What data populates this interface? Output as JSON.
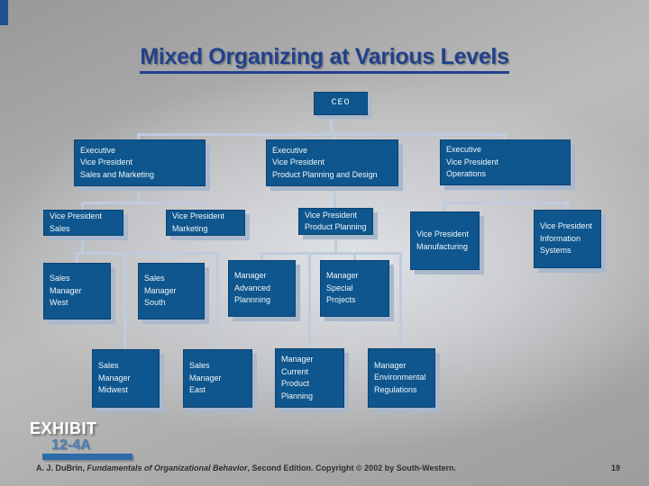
{
  "slide": {
    "title": "Mixed Organizing at Various Levels",
    "exhibit": {
      "label": "EXHIBIT",
      "number": "12-4A"
    },
    "footer": {
      "citation_author": "A. J. DuBrin, ",
      "citation_book": "Fundamentals of Organizational Behavior",
      "citation_rest": ", Second Edition. Copyright © 2002 by South-Western.",
      "page_number": "19"
    }
  },
  "org_chart": {
    "nodes": {
      "ceo": {
        "label": "CEO",
        "reports_to": null
      },
      "evp_sales_marketing": {
        "lines": [
          "Executive",
          "Vice President",
          "Sales and Marketing"
        ],
        "reports_to": "ceo"
      },
      "evp_product_planning_design": {
        "lines": [
          "Executive",
          "Vice President",
          "Product Planning and Design"
        ],
        "reports_to": "ceo"
      },
      "evp_operations": {
        "lines": [
          "Executive",
          "Vice President",
          "Operations"
        ],
        "reports_to": "ceo"
      },
      "vp_sales": {
        "lines": [
          "Vice President",
          "Sales"
        ],
        "reports_to": "evp_sales_marketing"
      },
      "vp_marketing": {
        "lines": [
          "Vice President",
          "Marketing"
        ],
        "reports_to": "evp_sales_marketing"
      },
      "vp_product_planning": {
        "lines": [
          "Vice President",
          "Product Planning"
        ],
        "reports_to": "evp_product_planning_design"
      },
      "vp_manufacturing": {
        "lines": [
          "Vice President",
          "Manufacturing"
        ],
        "reports_to": "evp_operations"
      },
      "vp_information_systems": {
        "lines": [
          "Vice President",
          "Information",
          "Systems"
        ],
        "reports_to": "evp_operations"
      },
      "sales_manager_west": {
        "lines": [
          "Sales",
          "Manager",
          "West"
        ],
        "reports_to": "vp_sales"
      },
      "sales_manager_south": {
        "lines": [
          "Sales",
          "Manager",
          "South"
        ],
        "reports_to": "vp_sales"
      },
      "manager_advanced_planning": {
        "lines": [
          "Manager",
          "Advanced",
          "Plannning"
        ],
        "reports_to": "vp_product_planning"
      },
      "manager_special_projects": {
        "lines": [
          "Manager",
          "Special",
          "Projects"
        ],
        "reports_to": "vp_product_planning"
      },
      "sales_manager_midwest": {
        "lines": [
          "Sales",
          "Manager",
          "Midwest"
        ],
        "reports_to": "vp_sales"
      },
      "sales_manager_east": {
        "lines": [
          "Sales",
          "Manager",
          "East"
        ],
        "reports_to": "vp_sales"
      },
      "manager_current_product_planning": {
        "lines": [
          "Manager",
          "Current",
          "Product",
          "Planning"
        ],
        "reports_to": "vp_product_planning"
      },
      "manager_environmental_regulations": {
        "lines": [
          "Manager",
          "Environmental",
          "Regulations"
        ],
        "reports_to": "vp_product_planning"
      }
    }
  },
  "colors": {
    "box_fill": "#0e568d",
    "box_text": "#f2f6fa",
    "connector": "#bfcbde",
    "box_shadow": "#a9b8cc",
    "title_blue": "#21418c",
    "exhibit_label_white": "#ffffff",
    "exhibit_number_blue": "#4a7fba",
    "exhibit_bar_blue": "#2d6ca8",
    "corner_bar_blue": "#1d5190"
  }
}
